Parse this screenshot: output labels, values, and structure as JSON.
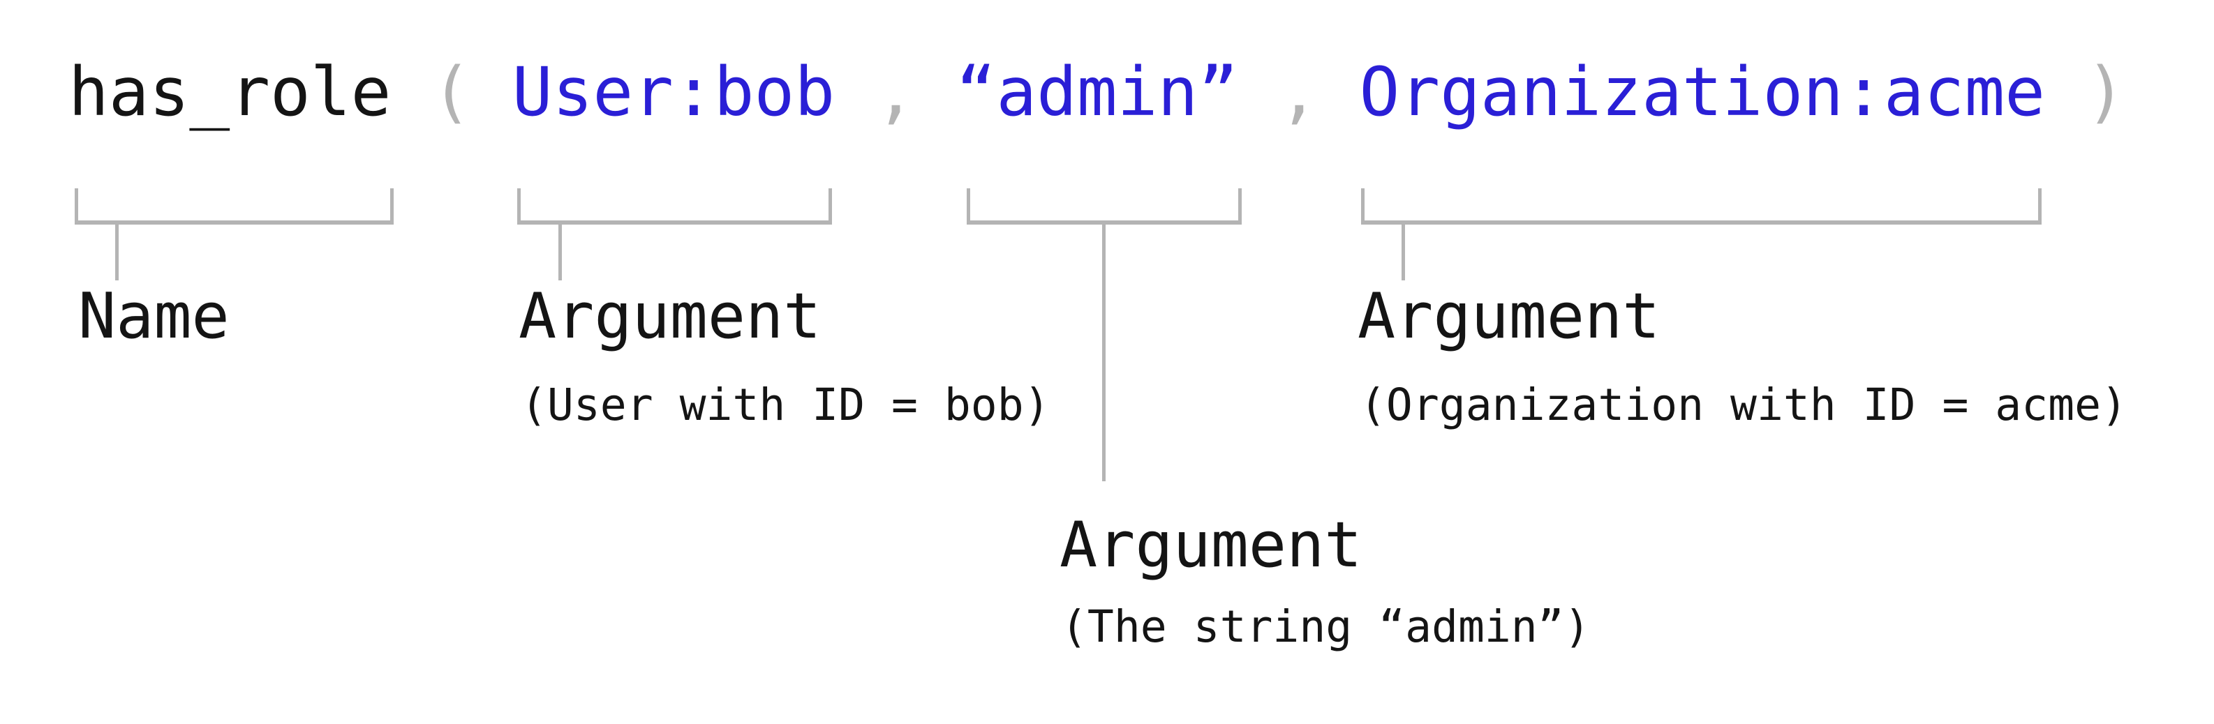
{
  "expression": {
    "name": "has_role",
    "punct": {
      "open": "(",
      "comma": ",",
      "close": ")"
    },
    "args": [
      {
        "text": "User:bob"
      },
      {
        "text": "“admin”"
      },
      {
        "text": "Organization:acme"
      }
    ]
  },
  "annotations": {
    "name": {
      "label": "Name"
    },
    "arg1": {
      "label": "Argument",
      "detail": "(User with ID = bob)"
    },
    "arg2": {
      "label": "Argument",
      "detail": "(The string “admin”)"
    },
    "arg3": {
      "label": "Argument",
      "detail": "(Organization with ID = acme)"
    }
  },
  "colors": {
    "code_black": "#141414",
    "code_blue": "#2a1fd6",
    "line_gray": "#b4b4b4",
    "background": "#ffffff"
  }
}
